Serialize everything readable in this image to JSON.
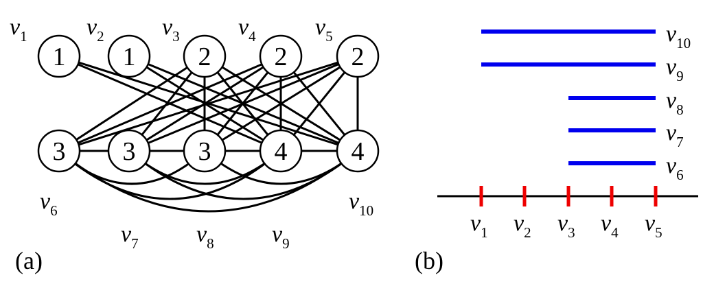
{
  "panel_a": {
    "label": "(a)",
    "nodes": [
      {
        "id": "v1",
        "value": "1",
        "name": "v",
        "sub": "1"
      },
      {
        "id": "v2",
        "value": "1",
        "name": "v",
        "sub": "2"
      },
      {
        "id": "v3",
        "value": "2",
        "name": "v",
        "sub": "3"
      },
      {
        "id": "v4",
        "value": "2",
        "name": "v",
        "sub": "4"
      },
      {
        "id": "v5",
        "value": "2",
        "name": "v",
        "sub": "5"
      },
      {
        "id": "v6",
        "value": "3",
        "name": "v",
        "sub": "6"
      },
      {
        "id": "v7",
        "value": "3",
        "name": "v",
        "sub": "7"
      },
      {
        "id": "v8",
        "value": "3",
        "name": "v",
        "sub": "8"
      },
      {
        "id": "v9",
        "value": "4",
        "name": "v",
        "sub": "9"
      },
      {
        "id": "v10",
        "value": "4",
        "name": "v",
        "sub": "10"
      }
    ],
    "edges": [
      [
        "v1",
        "v9"
      ],
      [
        "v1",
        "v10"
      ],
      [
        "v2",
        "v9"
      ],
      [
        "v2",
        "v10"
      ],
      [
        "v3",
        "v6"
      ],
      [
        "v3",
        "v7"
      ],
      [
        "v3",
        "v8"
      ],
      [
        "v3",
        "v9"
      ],
      [
        "v3",
        "v10"
      ],
      [
        "v4",
        "v6"
      ],
      [
        "v4",
        "v7"
      ],
      [
        "v4",
        "v8"
      ],
      [
        "v4",
        "v9"
      ],
      [
        "v4",
        "v10"
      ],
      [
        "v5",
        "v6"
      ],
      [
        "v5",
        "v7"
      ],
      [
        "v5",
        "v8"
      ],
      [
        "v5",
        "v9"
      ],
      [
        "v5",
        "v10"
      ],
      [
        "v6",
        "v7"
      ],
      [
        "v7",
        "v8"
      ],
      [
        "v8",
        "v9"
      ],
      [
        "v9",
        "v10"
      ],
      [
        "v6",
        "v8"
      ],
      [
        "v7",
        "v9"
      ],
      [
        "v8",
        "v10"
      ],
      [
        "v6",
        "v9"
      ],
      [
        "v7",
        "v10"
      ],
      [
        "v6",
        "v10"
      ]
    ]
  },
  "panel_b": {
    "label": "(b)",
    "axis_ticks": [
      {
        "name": "v",
        "sub": "1"
      },
      {
        "name": "v",
        "sub": "2"
      },
      {
        "name": "v",
        "sub": "3"
      },
      {
        "name": "v",
        "sub": "4"
      },
      {
        "name": "v",
        "sub": "5"
      }
    ],
    "intervals": [
      {
        "name": "v",
        "sub": "10",
        "start": "v1",
        "end": "v5"
      },
      {
        "name": "v",
        "sub": "9",
        "start": "v1",
        "end": "v5"
      },
      {
        "name": "v",
        "sub": "8",
        "start": "v3",
        "end": "v5"
      },
      {
        "name": "v",
        "sub": "7",
        "start": "v3",
        "end": "v5"
      },
      {
        "name": "v",
        "sub": "6",
        "start": "v3",
        "end": "v5"
      }
    ],
    "colors": {
      "interval": "#0000ee",
      "tick": "#ee0000",
      "axis": "#000000"
    }
  }
}
